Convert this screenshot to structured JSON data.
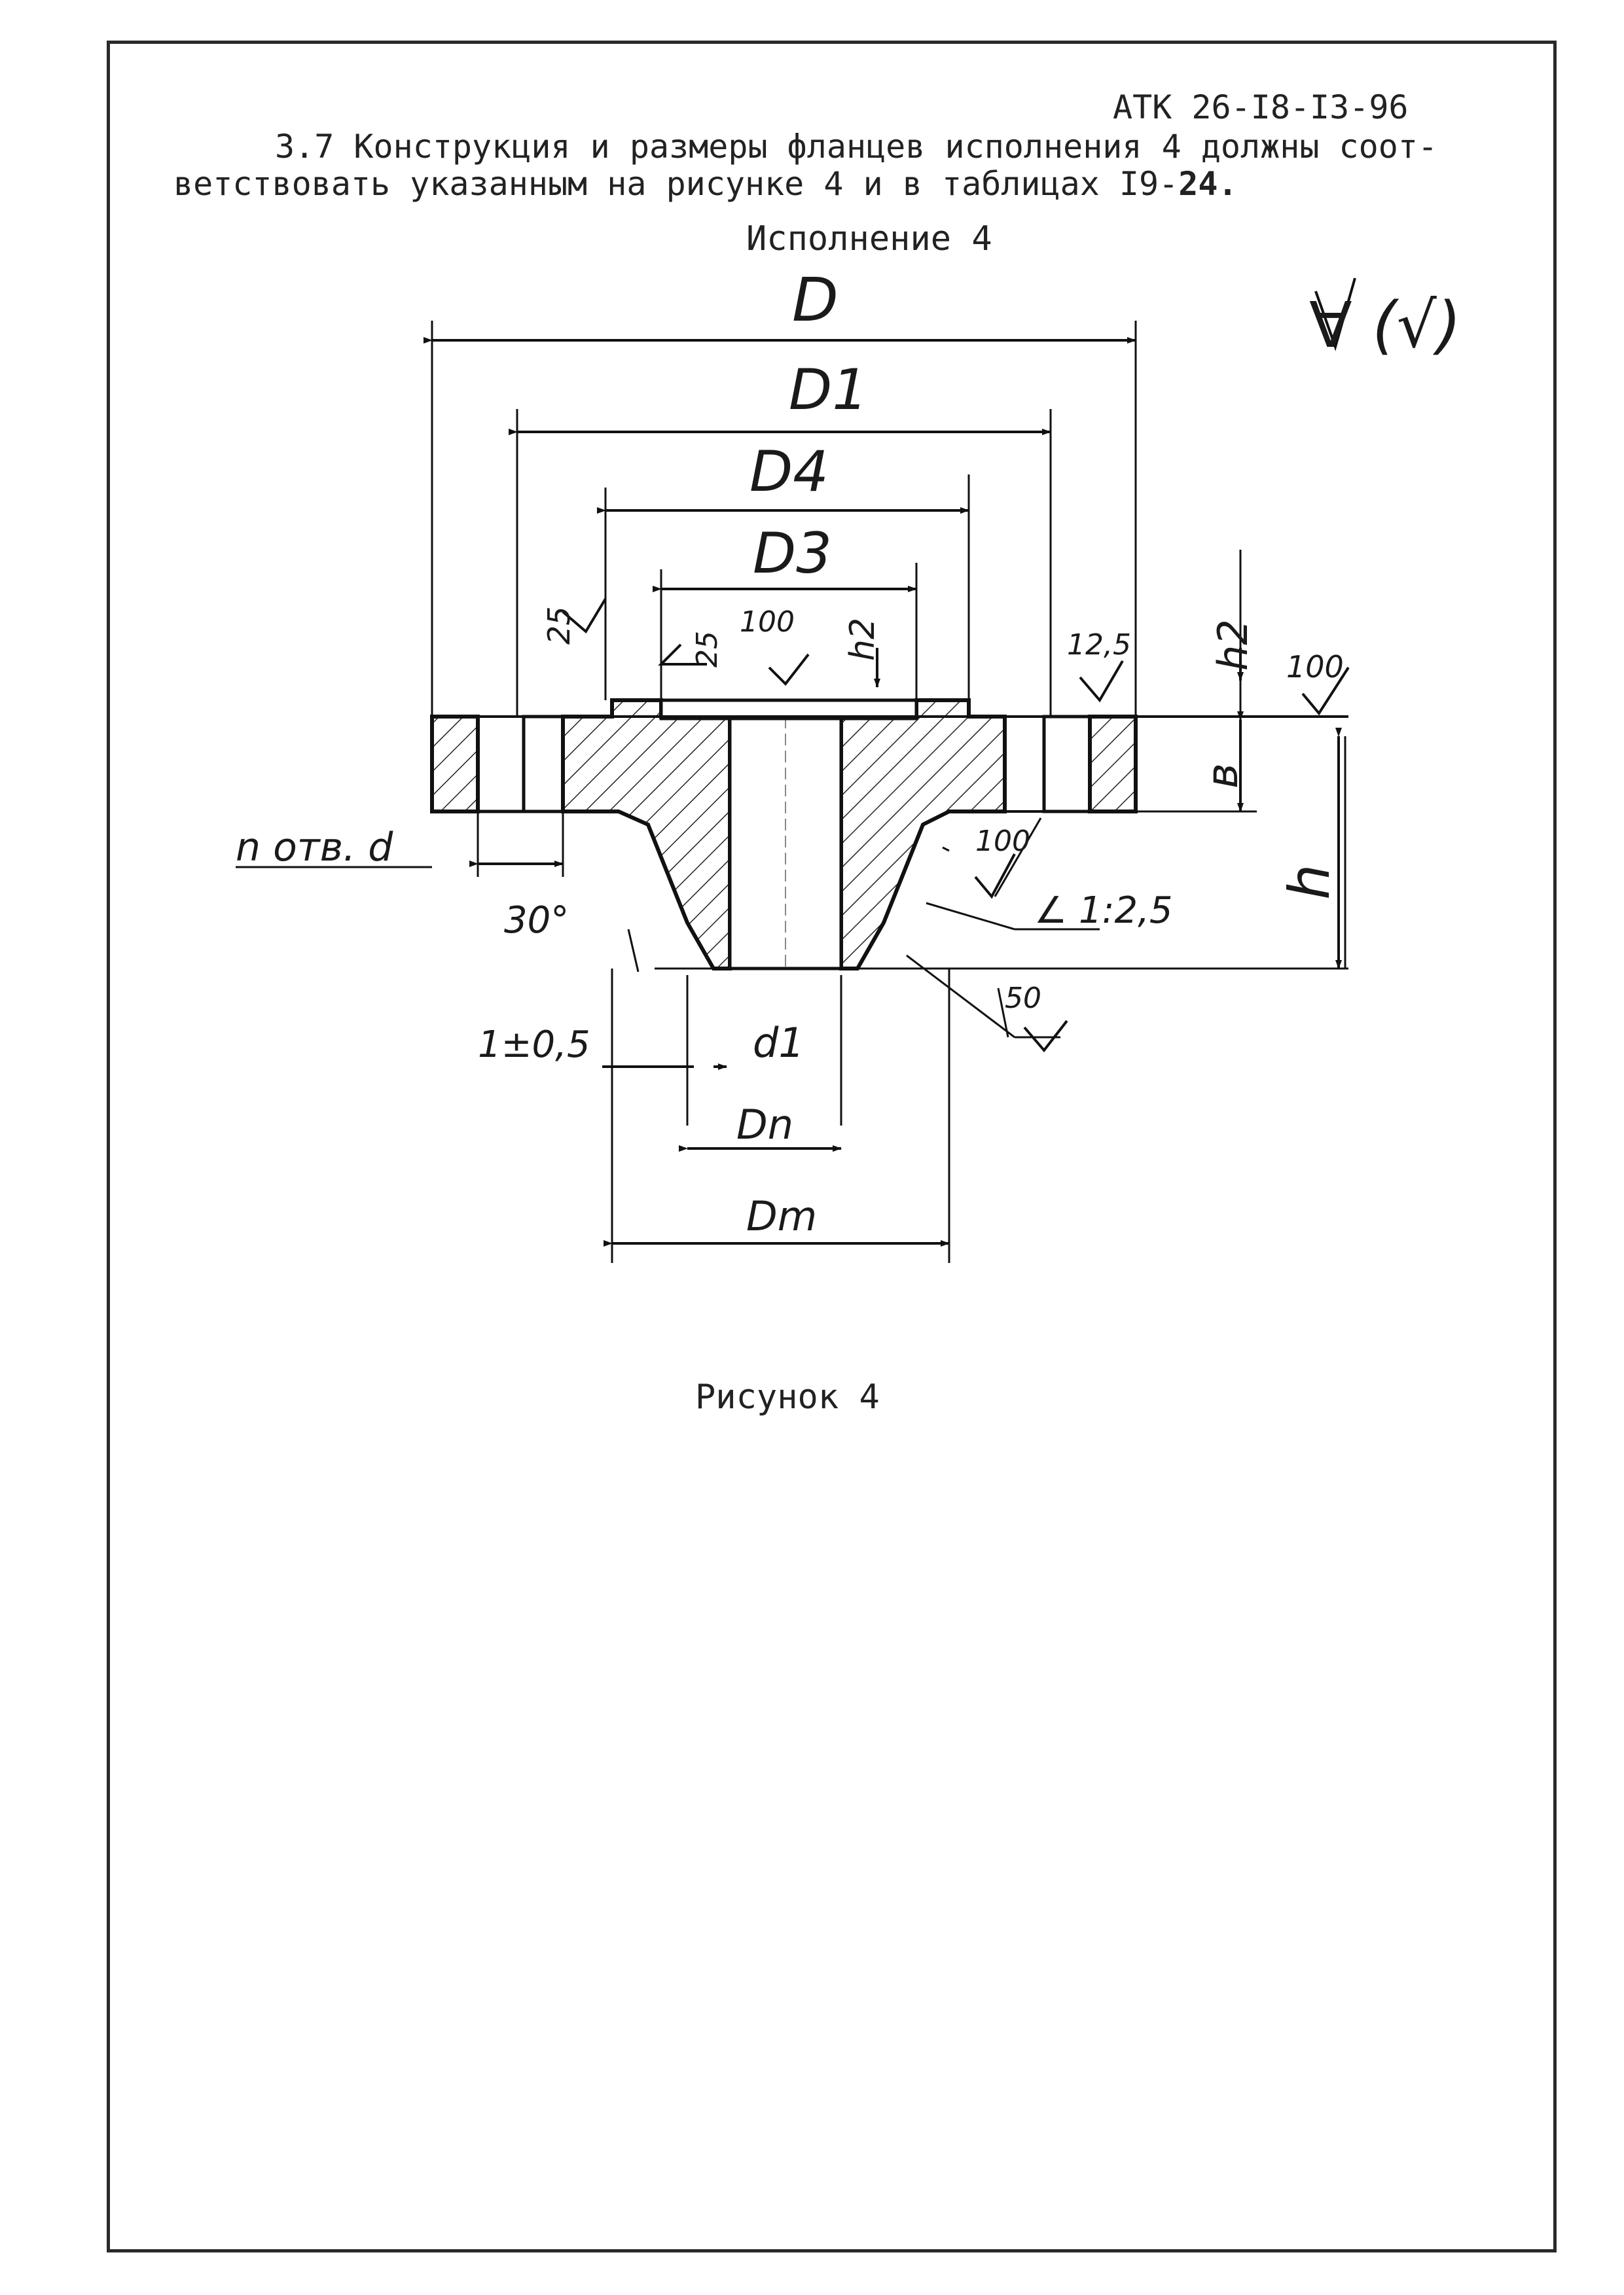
{
  "header": {
    "doc_code": "АТК 26-I8-I3-96"
  },
  "paragraph": {
    "line1": "3.7 Конструкция и размеры фланцев исполнения 4 должны соот-",
    "line2_prefix": "ветствовать указанным на рисунке 4 и в таблицах I9-",
    "line2_bold": "24."
  },
  "figure": {
    "variant_title": "Исполнение 4",
    "caption": "Рисунок 4",
    "roughness_general": "∀ (√)",
    "labels": {
      "D": "D",
      "D1": "D1",
      "D4": "D4",
      "D3": "D3",
      "h2_left": "h2",
      "h2_right": "h2",
      "b": "в",
      "h": "h",
      "n_holes": "n отв. d",
      "angle30": "30°",
      "tol": "1±0,5",
      "d1": "d1",
      "Dn": "Dn",
      "Dm": "Dm",
      "taper": "∠ 1:2,5",
      "r25_left": "25",
      "r25_inner": "25",
      "r100_inner": "100",
      "r12_5": "12,5",
      "r100_right": "100",
      "r100_neck": "100",
      "r50": "50"
    }
  }
}
